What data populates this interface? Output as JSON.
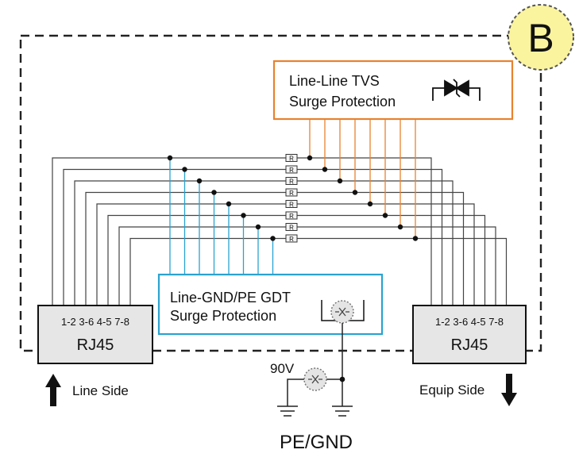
{
  "badge": {
    "label": "B"
  },
  "tvs_box": {
    "line1": "Line-Line TVS",
    "line2": "Surge Protection"
  },
  "gdt_box": {
    "line1": "Line-GND/PE GDT",
    "line2": "Surge Protection"
  },
  "rj45_left": {
    "pins": "1-2 3-6 4-5 7-8",
    "name": "RJ45"
  },
  "rj45_right": {
    "pins": "1-2 3-6 4-5 7-8",
    "name": "RJ45"
  },
  "resistor_label": "R",
  "line_side_label": "Line Side",
  "equip_side_label": "Equip Side",
  "gdt_voltage": "90V",
  "ground_label": "PE/GND",
  "colors": {
    "tvs_orange": "#e8822e",
    "gdt_blue": "#2aa3d0",
    "badge_fill": "#fbf49e",
    "rj45_fill": "#e6e6e6",
    "wire_gray": "#444444"
  },
  "icons": [
    "tvs-diode-icon",
    "gdt-icon",
    "ground-icon",
    "arrow-up-icon",
    "arrow-down-icon"
  ]
}
